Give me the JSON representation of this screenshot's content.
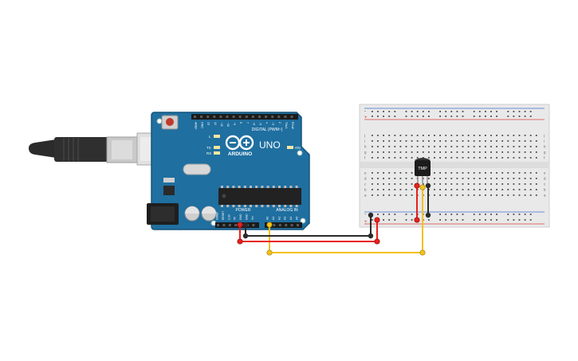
{
  "arduino": {
    "brand": "ARDUINO",
    "model": "UNO",
    "digital_label": "DIGITAL (PWM~)",
    "power_label": "POWER",
    "analog_label": "ANALOG IN",
    "led_l": "L",
    "led_tx": "TX",
    "led_rx": "RX",
    "led_on": "ON",
    "digital_pins": [
      "AREF",
      "GND",
      "13",
      "12",
      "~11",
      "~10",
      "~9",
      "8",
      "7",
      "~6",
      "~5",
      "4",
      "~3",
      "2",
      "TX▸1",
      "RX◂0"
    ],
    "power_pins": [
      "IOREF",
      "RESET",
      "3.3V",
      "5V",
      "GND",
      "GND",
      "Vin"
    ],
    "analog_pins": [
      "A0",
      "A1",
      "A2",
      "A3",
      "A4",
      "A5"
    ]
  },
  "breadboard": {
    "row_letters_top": [
      "j",
      "i",
      "h",
      "g",
      "f"
    ],
    "row_letters_bottom": [
      "e",
      "d",
      "c",
      "b",
      "a"
    ],
    "rail_plus": "+",
    "rail_minus": "-"
  },
  "sensor": {
    "label": "TMP"
  },
  "colors": {
    "board": "#1f6fa0",
    "board_edge": "#17557c",
    "breadboard": "#e9e9e9",
    "wire_red": "#e8201b",
    "wire_black": "#2a2a2a",
    "wire_yellow": "#f2c21a",
    "rail_red": "#d9413a",
    "rail_blue": "#3d6fd1"
  }
}
